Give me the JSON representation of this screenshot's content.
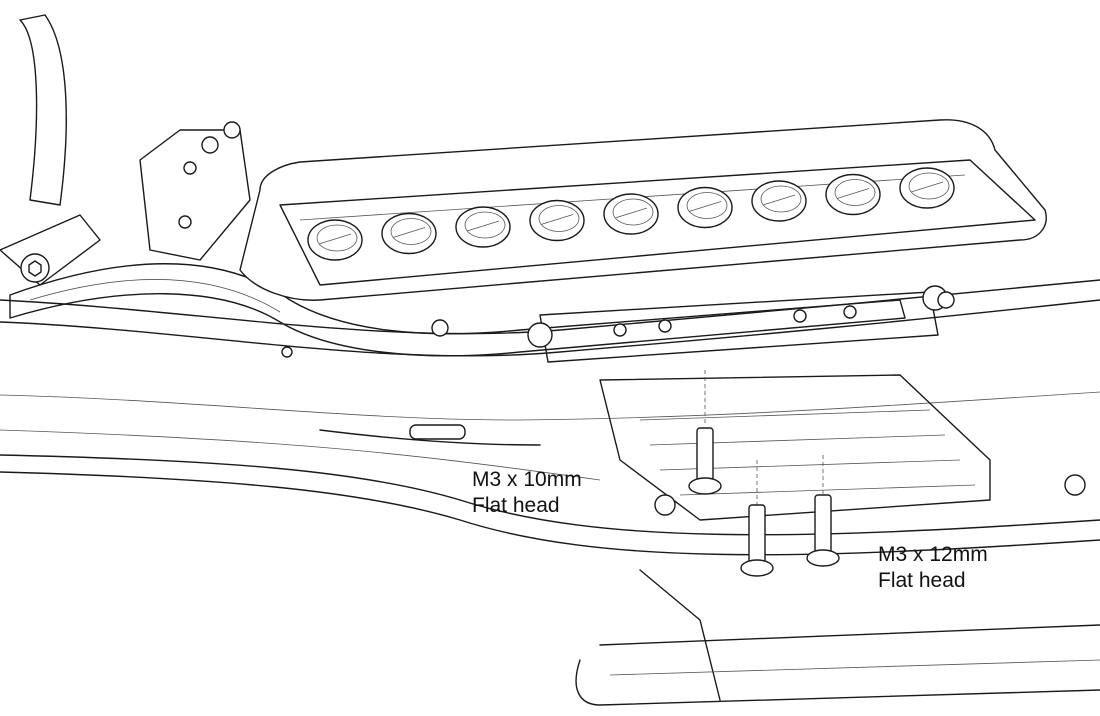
{
  "callouts": [
    {
      "line1": "M3 x 10mm",
      "line2": "Flat head"
    },
    {
      "line1": "M3 x 12mm",
      "line2": "Flat head"
    }
  ],
  "colors": {
    "ink": "#1a1a1a",
    "background": "#ffffff"
  }
}
